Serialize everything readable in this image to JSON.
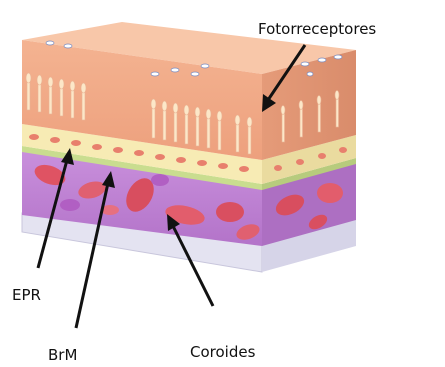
{
  "labels": {
    "photoreceptors": "Fotorreceptores",
    "rpe": "EPR",
    "bruch_membrane": "BrM",
    "choroid": "Coroides"
  },
  "colors": {
    "retina_front": "#f0a883",
    "retina_top": "#f8c7a9",
    "retina_side": "#df9674",
    "cell_body": "#fce7c8",
    "rpe_band": "#f7ebb4",
    "rpe_nucleus": "#e87f6d",
    "bruch_line": "#c9dd8f",
    "choroid_base": "#c484d6",
    "vessel": "#df5363",
    "base_plate": "#e4e3f1",
    "arrow": "#111111"
  }
}
